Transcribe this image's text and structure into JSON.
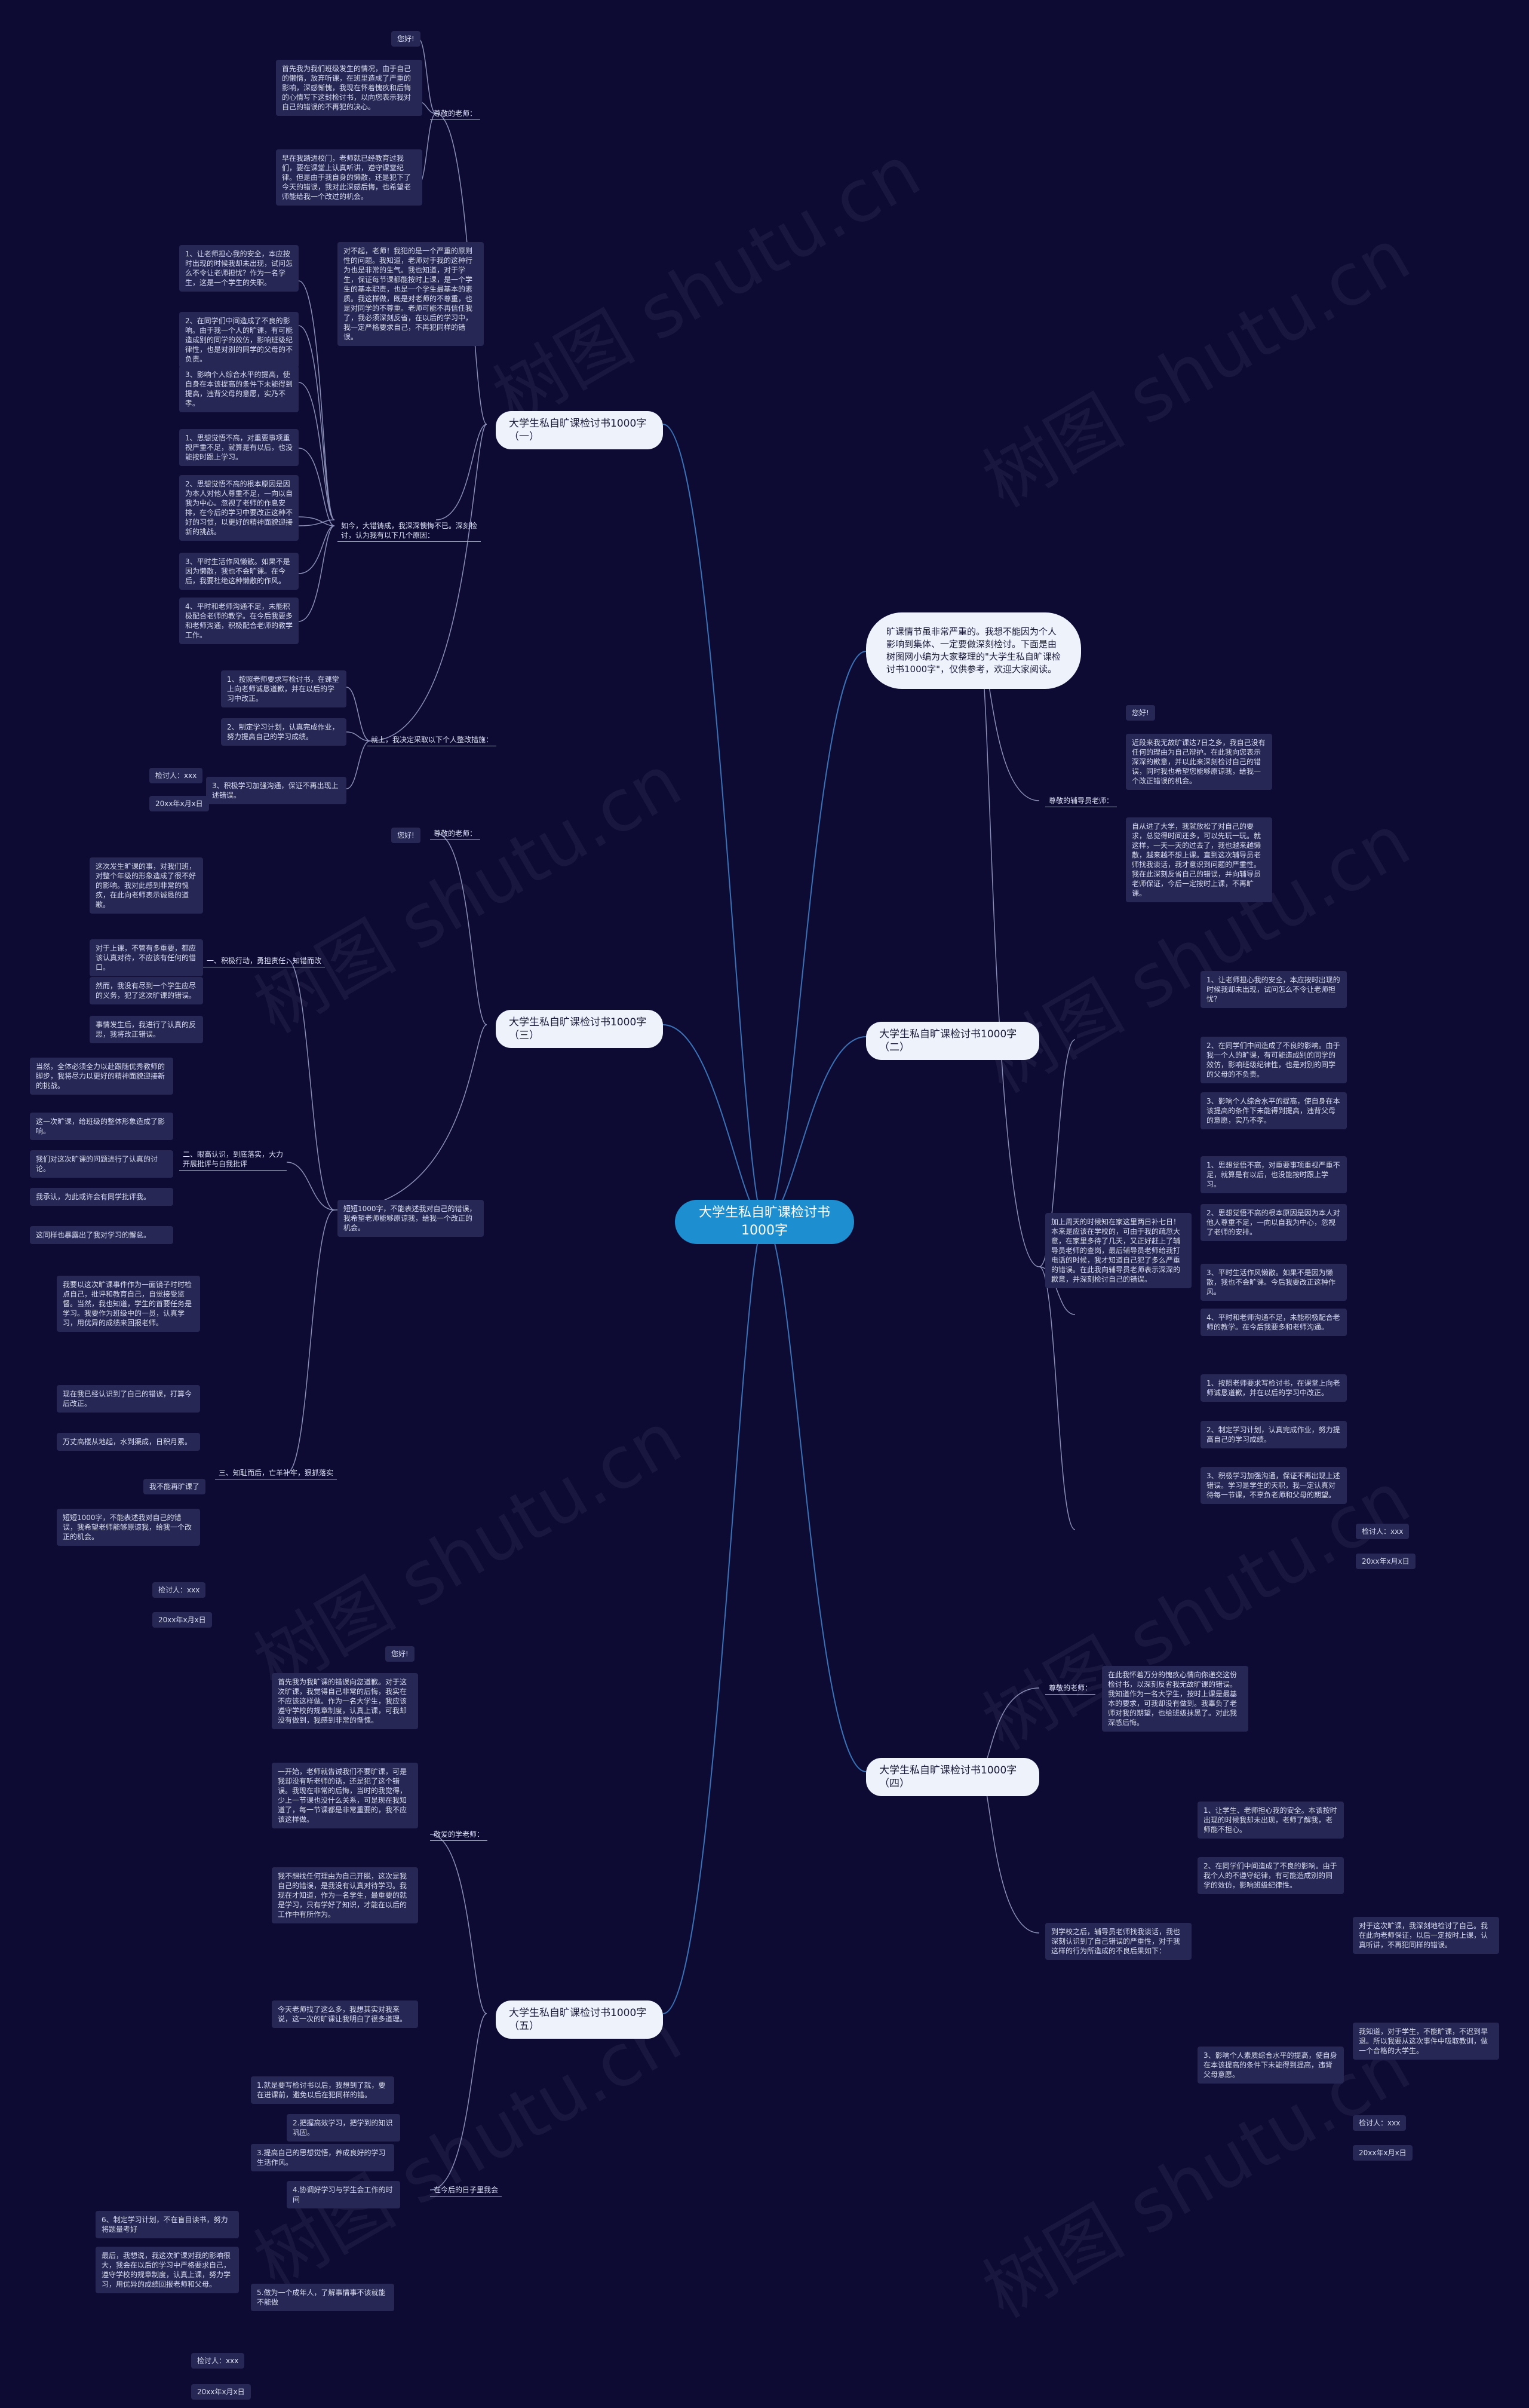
{
  "watermark": "树图 shutu.cn",
  "root": "大学生私自旷课检讨书1000字",
  "intro": "旷课情节虽非常严重的。我想不能因为个人影响到集体、一定要做深刻检讨。下面是由树图网小编为大家整理的\"大学生私自旷课检讨书1000字\"，仅供参考，欢迎大家阅读。",
  "b1": {
    "title": "大学生私自旷课检讨书1000字（一）",
    "greeting": "您好!",
    "teacher": "尊敬的老师：",
    "t1": "首先我为我们班级发生的情况，由于自己的懒惰，放弃听课，在班里造成了严重的影响，深感惭愧，我现在怀着愧疚和后悔的心情写下这封检讨书，以向您表示我对自己的错误的不再犯的决心。",
    "t2": "早在我踏进校门，老师就已经教育过我们，要在课堂上认真听讲，遵守课堂纪律。但是由于我自身的懒散，还是犯下了今天的错误，我对此深感后悔，也希望老师能给我一个改过的机会。",
    "p1": "对不起，老师！我犯的是一个严重的原则性的问题。我知道，老师对于我的这种行为也是非常的生气。我也知道，对于学生，保证每节课都能按时上课，是一个学生的基本职责，也是一个学生最基本的素质。我这样做，既是对老师的不尊重，也是对同学的不尊重。老师可能不再信任我了，我必须深刻反省，在以后的学习中，我一定严格要求自己，不再犯同样的错误。",
    "r1": "1、让老师担心我的安全，本应按时出现的时候我却未出现，试问怎么不令让老师担忧？作为一名学生，这是一个学生的失职。",
    "r2": "2、在同学们中间造成了不良的影响。由于我一个人的旷课，有可能造成别的同学的效仿，影响班级纪律性，也是对别的同学的父母的不负责。",
    "r3": "3、影响个人综合水平的提高，使自身在本该提高的条件下未能得到提高，违背父母的意愿，实乃不孝。",
    "k_intro": "如今，大错铸成，我深深懊悔不已。深刻检讨，认为我有以下几个原因：",
    "k1": "1、思想觉悟不高，对重要事项重视严重不足，就算是有以后，也没能按时跟上学习。",
    "k2": "2、思想觉悟不高的根本原因是因为本人对他人尊重不足，一向以自我为中心。忽视了老师的作息安排，在今后的学习中要改正这种不好的习惯，以更好的精神面貌迎接新的挑战。",
    "k3": "3、平时生活作风懒散。如果不是因为懒散，我也不会旷课。在今后，我要杜绝这种懒散的作风。",
    "k4": "4、平时和老师沟通不足，未能积极配合老师的教学。在今后我要多和老师沟通，积极配合老师的教学工作。",
    "below_intro": "就上，我决定采取以下个人整改措施：",
    "m1": "1、按照老师要求写检讨书，在课堂上向老师诚恳道歉，并在以后的学习中改正。",
    "m2": "2、制定学习计划，认真完成作业，努力提高自己的学习成绩。",
    "m3": "3、积极学习加强沟通，保证不再出现上述错误。",
    "checker": "检讨人：xxx",
    "date": "20xx年x月x日"
  },
  "b2": {
    "title": "大学生私自旷课检讨书1000字（二）",
    "teacher": "尊敬的辅导员老师：",
    "greeting": "您好!",
    "t1": "近段来我无故旷课达7日之多，我自己没有任何的理由为自己辩护。在此我向您表示深深的歉意，并以此来深刻检讨自己的错误，同时我也希望您能够原谅我，给我一个改正错误的机会。",
    "t2": "自从进了大学，我就放松了对自己的要求，总觉得时间还多，可以先玩一玩。就这样，一天一天的过去了，我也越来越懒散，越来越不想上课。直到这次辅导员老师找我谈话，我才意识到问题的严重性。我在此深刻反省自己的错误，并向辅导员老师保证，今后一定按时上课，不再旷课。",
    "p1": "加上周天的时候知在家这里两日补七日！本来是应该在学校的，可由于我的疏忽大意，在家里多待了几天，又正好赶上了辅导员老师的查岗，最后辅导员老师给我打电话的时候，我才知道自己犯了多么严重的错误。在此我向辅导员老师表示深深的歉意，并深刻检讨自己的错误。",
    "r1": "1、让老师担心我的安全，本应按时出现的时候我却未出现，试问怎么不令让老师担忧？",
    "r2": "2、在同学们中间造成了不良的影响。由于我一个人的旷课，有可能造成别的同学的效仿，影响班级纪律性，也是对别的同学的父母的不负责。",
    "r3": "3、影响个人综合水平的提高，使自身在本该提高的条件下未能得到提高，违背父母的意愿，实乃不孝。",
    "r4": "1、思想觉悟不高，对重要事项重视严重不足，就算是有以后，也没能按时跟上学习。",
    "r5": "2、思想觉悟不高的根本原因是因为本人对他人尊重不足，一向以自我为中心，忽视了老师的安排。",
    "r6": "3、平时生活作风懒散。如果不是因为懒散，我也不会旷课。今后我要改正这种作风。",
    "r7": "4、平时和老师沟通不足，未能积极配合老师的教学。在今后我要多和老师沟通。",
    "r8": "1、按照老师要求写检讨书，在课堂上向老师诚恳道歉，并在以后的学习中改正。",
    "r9": "2、制定学习计划，认真完成作业，努力提高自己的学习成绩。",
    "r10": "3、积极学习加强沟通，保证不再出现上述错误。学习是学生的天职，我一定认真对待每一节课，不辜负老师和父母的期望。",
    "checker": "检讨人：xxx",
    "date": "20xx年x月x日"
  },
  "b3": {
    "title": "大学生私自旷课检讨书1000字（三）",
    "greeting": "您好!",
    "teacher": "尊敬的老师：",
    "s1": "一、积极行动，勇担责任，知错而改",
    "a1": "这次发生旷课的事，对我们班，对整个年级的形象造成了很不好的影响。我对此感到非常的愧疚，在此向老师表示诚恳的道歉。",
    "a2": "对于上课，不管有多重要，都应该认真对待，不应该有任何的借口。",
    "a3": "然而，我没有尽到一个学生应尽的义务，犯了这次旷课的错误。",
    "a4": "事情发生后，我进行了认真的反思，我将改正错误。",
    "s2": "二、眼高认识，到底落实，大力开展批评与自我批评",
    "a5": "当然，全体必须全力以赴跟随优秀教师的脚步，我将尽力以更好的精神面貌迎接新的挑战。",
    "a6": "这一次旷课，给班级的整体形象造成了影响。",
    "a7": "我们对这次旷课的问题进行了认真的讨论。",
    "a8": "我承认，为此或许会有同学批评我。",
    "a9": "这同样也暴露出了我对学习的懈怠。",
    "s3": "三、知耻而后，亡羊补牢，狠抓落实",
    "a10": "我要以这次旷课事件作为一面镜子时时检点自己，批评和教育自己，自觉接受监督。当然，我也知道，学生的首要任务是学习。我要作为班级中的一员，认真学习，用优异的成绩来回报老师。",
    "a11": "现在我已经认识到了自己的错误，打算今后改正。",
    "a12": "万丈高楼从地起，水到渠成，日积月累。",
    "a13": "我不能再旷课了",
    "a14": "短短1000字，不能表述我对自己的错误，我希望老师能够原谅我，给我一个改正的机会。",
    "checker": "检讨人：xxx",
    "date": "20xx年x月x日"
  },
  "b4": {
    "title": "大学生私自旷课检讨书1000字（四）",
    "teacher": "尊敬的老师：",
    "t1": "在此我怀着万分的愧疚心情向你递交这份检讨书，以深刻反省我无故旷课的错误。我知道作为一名大学生，按时上课是最基本的要求，可我却没有做到。我辜负了老师对我的期望，也给班级抹黑了。对此我深感后悔。",
    "p_intro": "到学校之后，辅导员老师找我谈话，我也深刻认识到了自己错误的严重性，对于我这样的行为所造成的不良后果如下：",
    "r1": "1、让学生、老师担心我的安全。本该按时出现的时候我却未出现，老师了解我，老师能不担心。",
    "r2": "2、在同学们中间造成了不良的影响。由于我个人的不遵守纪律，有可能造成别的同学的效仿，影响班级纪律性。",
    "r3": "3、影响个人素质综合水平的提高，使自身在本该提高的条件下未能得到提高，违背父母意愿。",
    "q1": "对于这次旷课，我深刻地检讨了自己。我在此向老师保证，以后一定按时上课，认真听讲，不再犯同样的错误。",
    "q2": "我知道，对于学生，不能旷课，不迟到早退。所以我要从这次事件中吸取教训，做一个合格的大学生。",
    "checker": "检讨人：xxx",
    "date": "20xx年x月x日"
  },
  "b5": {
    "title": "大学生私自旷课检讨书1000字（五）",
    "greeting": "您好!",
    "teacher": "敬爱的学老师：",
    "t1": "首先我为我旷课的错误向您道歉。对于这次旷课，我觉得自己非常的后悔，我实在不应该这样做。作为一名大学生，我应该遵守学校的规章制度，认真上课，可我却没有做到，我感到非常的惭愧。",
    "t2": "一开始，老师就告诫我们不要旷课，可是我却没有听老师的话，还是犯了这个错误。我现在非常的后悔，当时的我觉得，少上一节课也没什么关系，可是现在我知道了，每一节课都是非常重要的，我不应该这样做。",
    "t3": "我不想找任何理由为自己开脱，这次是我自己的错误，是我没有认真对待学习。我现在才知道，作为一名学生，最重要的就是学习，只有学好了知识，才能在以后的工作中有所作为。",
    "t4": "今天老师找了这么多，我想其实对我来说，这一次的旷课让我明白了很多道理。",
    "s1": "在今后的日子里我会",
    "m1": "1.就是要写检讨书以后，我想到了就，要在进课前，避免以后在犯同样的错。",
    "m2": "2.把握高效学习，把学到的知识巩固。",
    "m3": "3.提高自己的思想觉悟，养成良好的学习生活作风。",
    "m4": "4.协调好学习与学生会工作的时间",
    "m5": "5.做为一个成年人，了解事情事不该就能不能做",
    "n1": "6、制定学习计划，不在盲目读书，努力将题量考好",
    "n2": "最后，我想说，我这次旷课对我的影响很大，我会在以后的学习中严格要求自己，遵守学校的规章制度，认真上课，努力学习，用优异的成绩回报老师和父母。",
    "checker": "检讨人：xxx",
    "date": "20xx年x月x日"
  }
}
